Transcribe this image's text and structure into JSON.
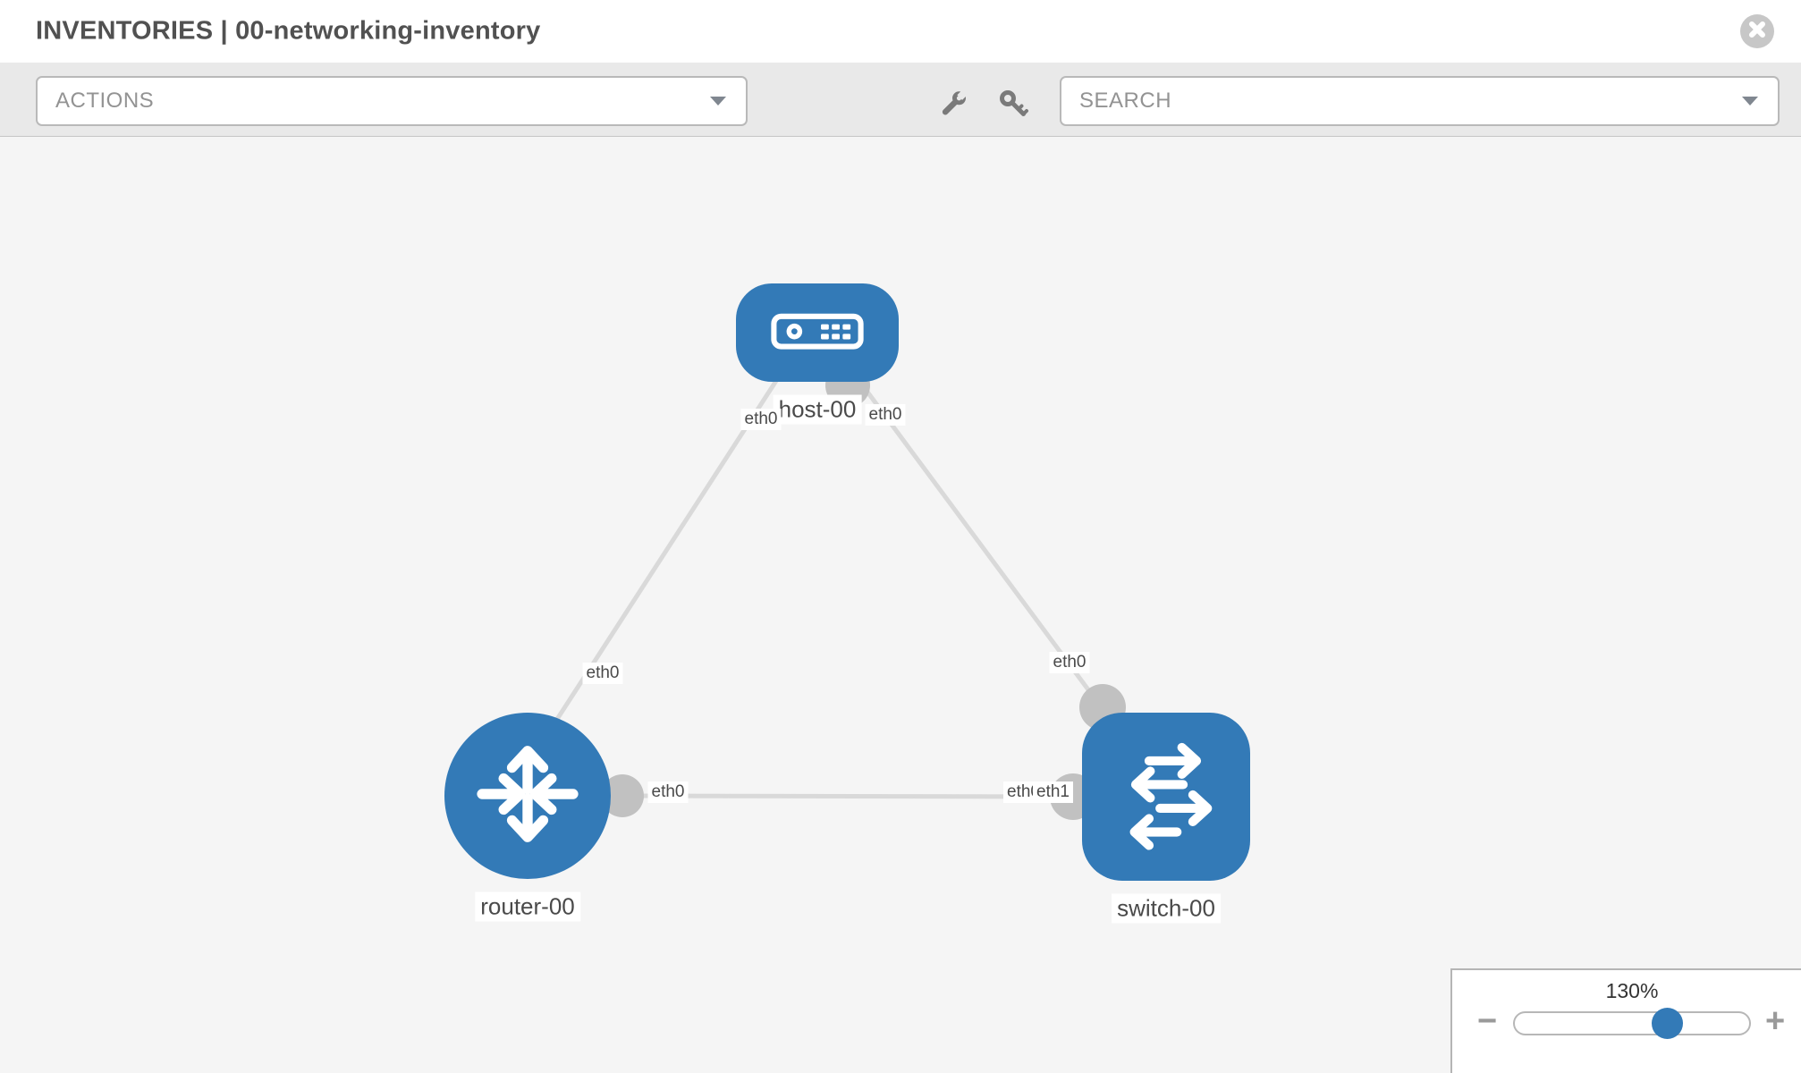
{
  "header": {
    "title": "INVENTORIES | 00-networking-inventory"
  },
  "toolbar": {
    "actions_label": "ACTIONS",
    "search_placeholder": "SEARCH",
    "icons": [
      "wrench-icon",
      "key-icon"
    ]
  },
  "topology": {
    "nodes": [
      {
        "id": "host-00",
        "type": "host",
        "label": "host-00"
      },
      {
        "id": "router-00",
        "type": "router",
        "label": "router-00"
      },
      {
        "id": "switch-00",
        "type": "switch",
        "label": "switch-00"
      }
    ],
    "links": [
      {
        "from": "host-00",
        "to": "router-00"
      },
      {
        "from": "host-00",
        "to": "switch-00"
      },
      {
        "from": "router-00",
        "to": "switch-00"
      }
    ],
    "interfaces": {
      "host_left": "eth0",
      "host_right": "eth0",
      "router_host_link": "eth0",
      "router_switch_link": "eth0",
      "switch_top": "eth0",
      "switch_left_back": "eth0",
      "switch_left_front": "eth1"
    }
  },
  "zoom_control": {
    "level": "130%",
    "minus_icon": "−",
    "plus_icon": "+"
  },
  "colors": {
    "node_blue": "#337ab7",
    "link_gray": "#d9d9d9",
    "interface_dot_gray": "#c1c1c1",
    "canvas_bg": "#f5f5f5",
    "toolbar_bg": "#e9e9e9"
  }
}
